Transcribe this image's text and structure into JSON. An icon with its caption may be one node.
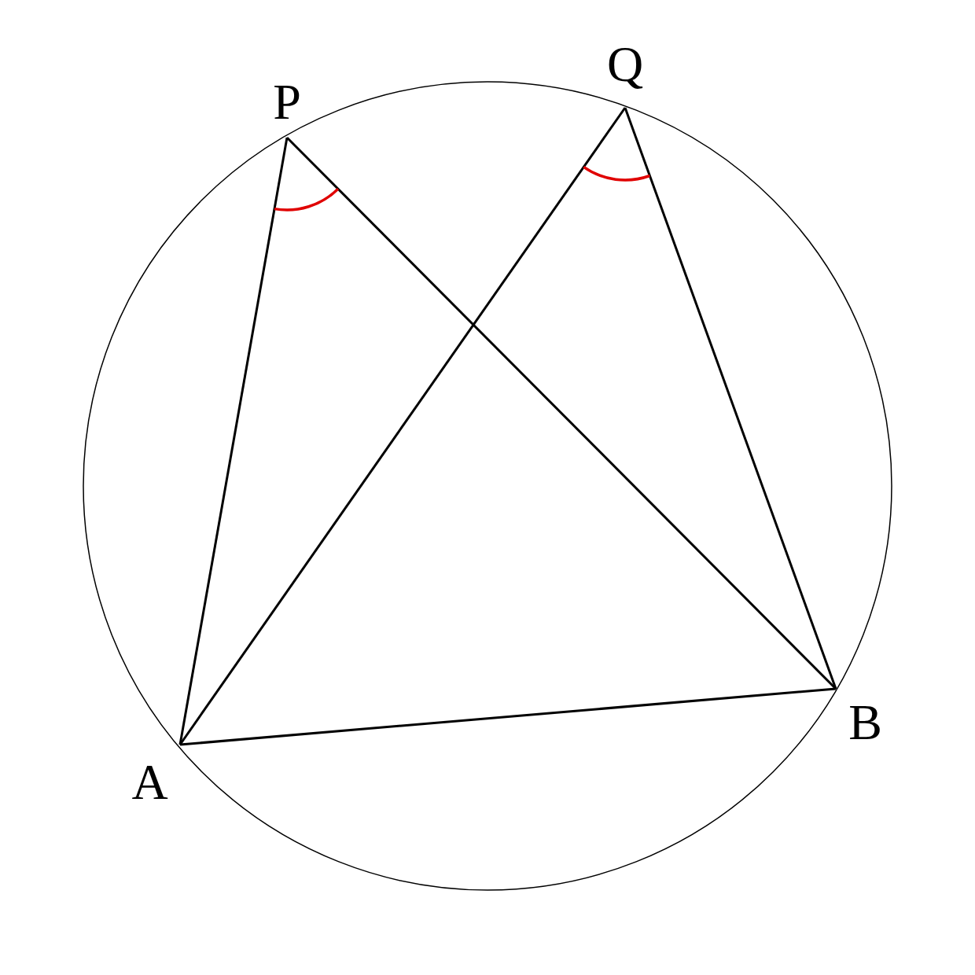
{
  "diagram": {
    "nodes": [
      {
        "text": [
          "P"
        ]
      },
      {
        "text": [
          "Q"
        ]
      },
      {
        "text": [
          "A"
        ]
      },
      {
        "text": [
          "B"
        ]
      }
    ],
    "edges": [
      {
        "from": 0,
        "to": 2,
        "arrow": "none"
      },
      {
        "from": 0,
        "to": 3,
        "arrow": "none"
      },
      {
        "from": 1,
        "to": 2,
        "arrow": "none"
      },
      {
        "from": 1,
        "to": 3,
        "arrow": "none"
      },
      {
        "from": 2,
        "to": 3,
        "arrow": "none"
      }
    ]
  }
}
